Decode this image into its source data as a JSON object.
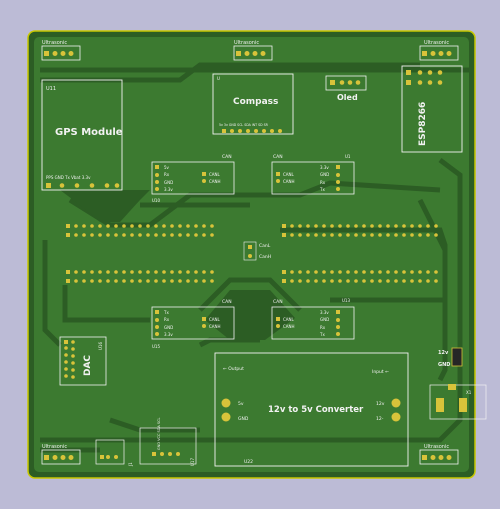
{
  "colors": {
    "background": "#bcbbd6",
    "board": "#2c5d24",
    "copper_pour": "#3c7a30",
    "trace": "#346b2a",
    "pad": "#d8c33a",
    "silkscreen": "#f2f2f2",
    "edge_cut": "#c8c800"
  },
  "labels": {
    "ultra_tl": "Ultrasonic",
    "ultra_tm": "Ultrasonic",
    "ultra_tr": "Ultrasonic",
    "ultra_bl": "Ultrasonic",
    "ultra_br": "Ultrasonic",
    "gps_ref": "U11",
    "gps_title": "GPS Module",
    "gps_pins": "PPS  GND   Tx  Vbat  3.3v",
    "compass_ref": "U",
    "compass_title": "Compass",
    "compass_pins": "5v  3v GND SCL SDA  INT  SD SR",
    "oled": "Oled",
    "esp": "ESP8266",
    "can_top_left": "CAN",
    "can_top_right": "CAN",
    "ref_u1": "U1",
    "ref_u10": "U10",
    "ul_5v": "5v",
    "ul_rx": "Rx",
    "ul_gnd": "GND",
    "ul_33": "3.3v",
    "ul_canl": "CANL",
    "ul_canh": "CANH",
    "ur_canl": "CANL",
    "ur_canh": "CANH",
    "ur_33": "3.3v",
    "ur_gnd": "GND",
    "ur_rx": "Rx",
    "ur_tx": "Tx",
    "canl_center": "CanL",
    "canh_center": "CanH",
    "can_bottom_left": "CAN",
    "can_bottom_right": "CAN",
    "ref_u13": "U13",
    "ref_u15": "U15",
    "ll_tx": "Tx",
    "ll_rx": "Rx",
    "ll_gnd": "GND",
    "ll_33": "3.3v",
    "ll_canl": "CANL",
    "ll_canh": "CANH",
    "lr_canl": "CANL",
    "lr_canh": "CANH",
    "lr_33": "3.3v",
    "lr_gnd": "GND",
    "lr_rx": "Rx",
    "lr_tx": "Tx",
    "dac": "DAC",
    "ref_u16": "U16",
    "output": "← Output",
    "input": "Input ←",
    "conv_5v": "5v",
    "conv_gnd": "GND",
    "conv_title": "12v to 5v Converter",
    "conv_12v": "12v",
    "conv_12": "12-",
    "ref_u22": "U22",
    "jack_12v": "12v",
    "jack_gnd": "GND",
    "ref_x1": "X1",
    "ref_j1": "J1",
    "bottom_pins": "GND  VCC  SDA  SCL",
    "ref_u17": "U17"
  }
}
